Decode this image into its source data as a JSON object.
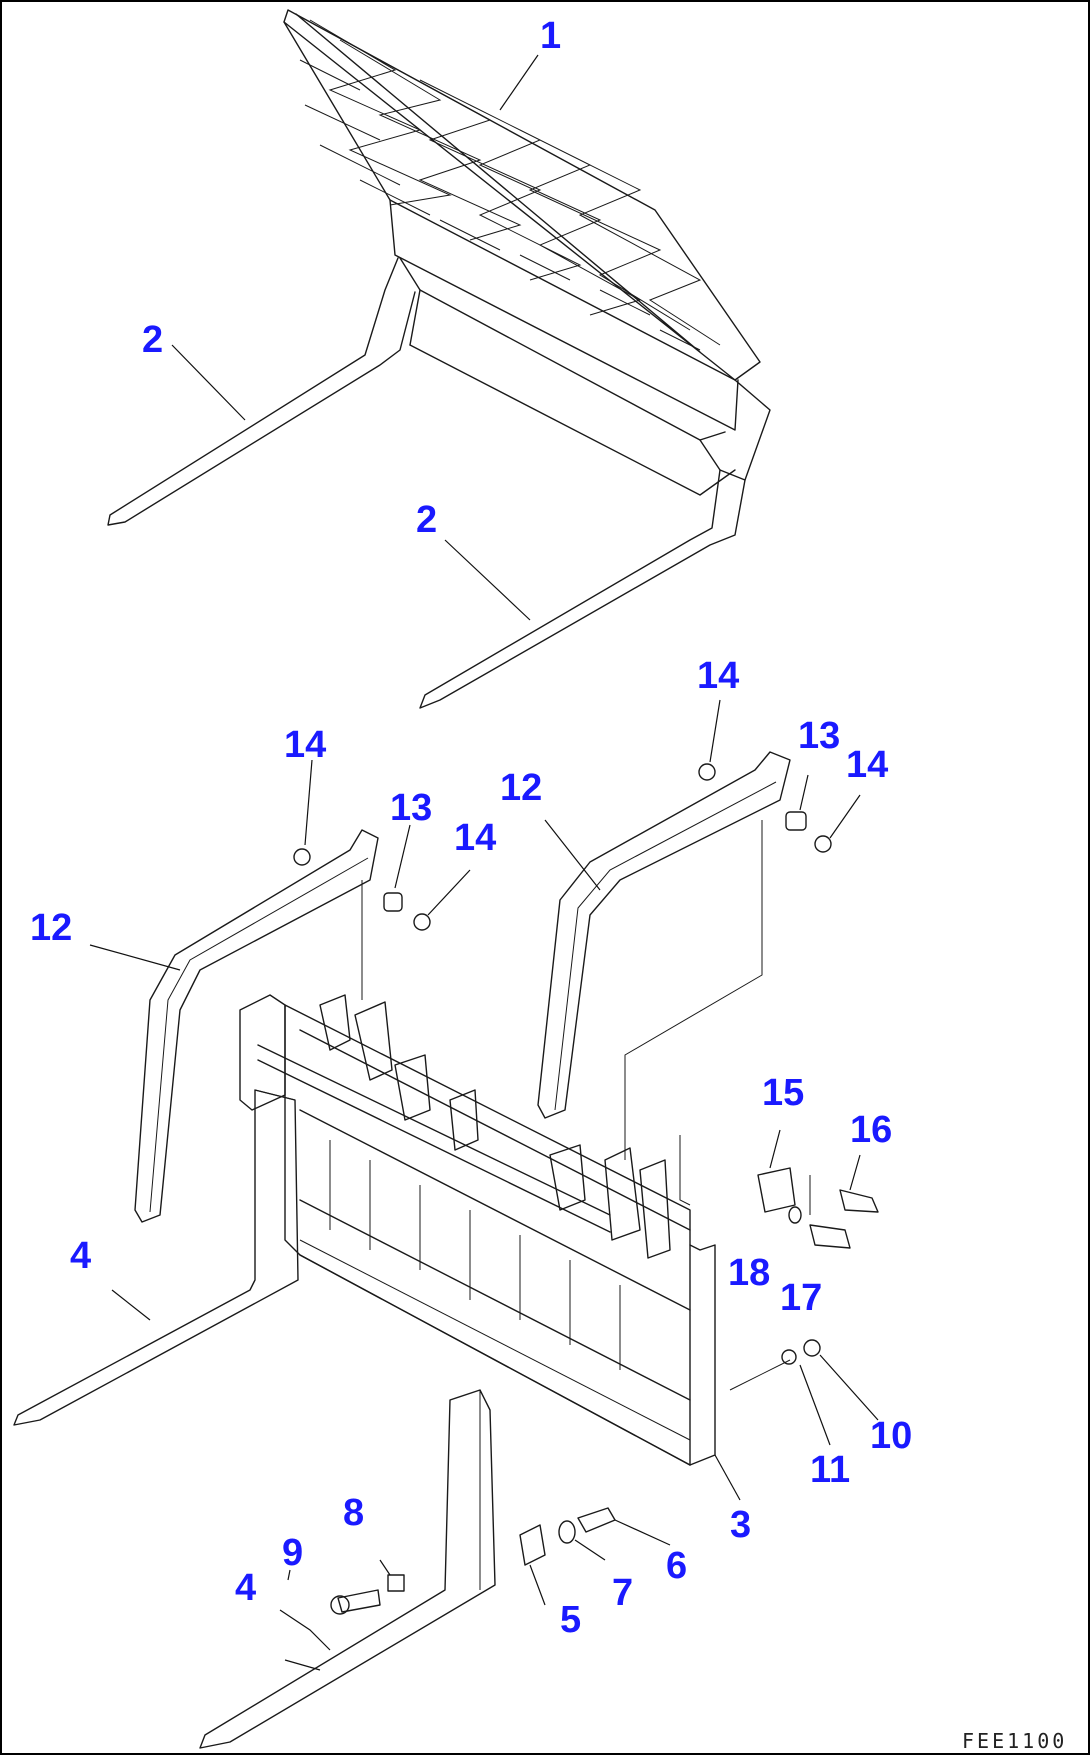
{
  "diagram": {
    "callouts": [
      "1",
      "2",
      "2",
      "3",
      "4",
      "4",
      "5",
      "6",
      "7",
      "8",
      "9",
      "10",
      "11",
      "12",
      "12",
      "13",
      "13",
      "14",
      "14",
      "14",
      "14",
      "15",
      "16",
      "17",
      "18"
    ],
    "drawing_code": "FEE1100"
  }
}
